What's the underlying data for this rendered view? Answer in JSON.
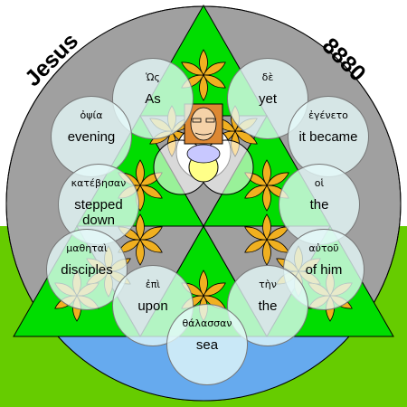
{
  "labels": {
    "left_title": "Jesus",
    "right_title": "8880"
  },
  "colors": {
    "background": "#ffffff",
    "ground": "#66cc00",
    "water": "#66aaee",
    "disc": "#a0a0a0",
    "triangle": "#00dd00",
    "petal": "#f0b020",
    "bubble": "#d8f4f4",
    "core": "#ffff88"
  },
  "words": [
    {
      "id": "as",
      "greek": "Ὡς",
      "english": "As"
    },
    {
      "id": "yet",
      "greek": "δὲ",
      "english": "yet"
    },
    {
      "id": "evening",
      "greek": "ὀψία",
      "english": "evening"
    },
    {
      "id": "it-became",
      "greek": "ἐγένετο",
      "english": "it became"
    },
    {
      "id": "stepped-down",
      "greek": "κατέβησαν",
      "english": "stepped down"
    },
    {
      "id": "the-1",
      "greek": "οἱ",
      "english": "the"
    },
    {
      "id": "disciples",
      "greek": "μαθηταὶ",
      "english": "disciples"
    },
    {
      "id": "of-him",
      "greek": "αὐτοῦ",
      "english": "of him"
    },
    {
      "id": "upon",
      "greek": "ἐπὶ",
      "english": "upon"
    },
    {
      "id": "the-2",
      "greek": "τὴν",
      "english": "the"
    },
    {
      "id": "sea",
      "greek": "θάλασσαν",
      "english": "sea"
    }
  ]
}
